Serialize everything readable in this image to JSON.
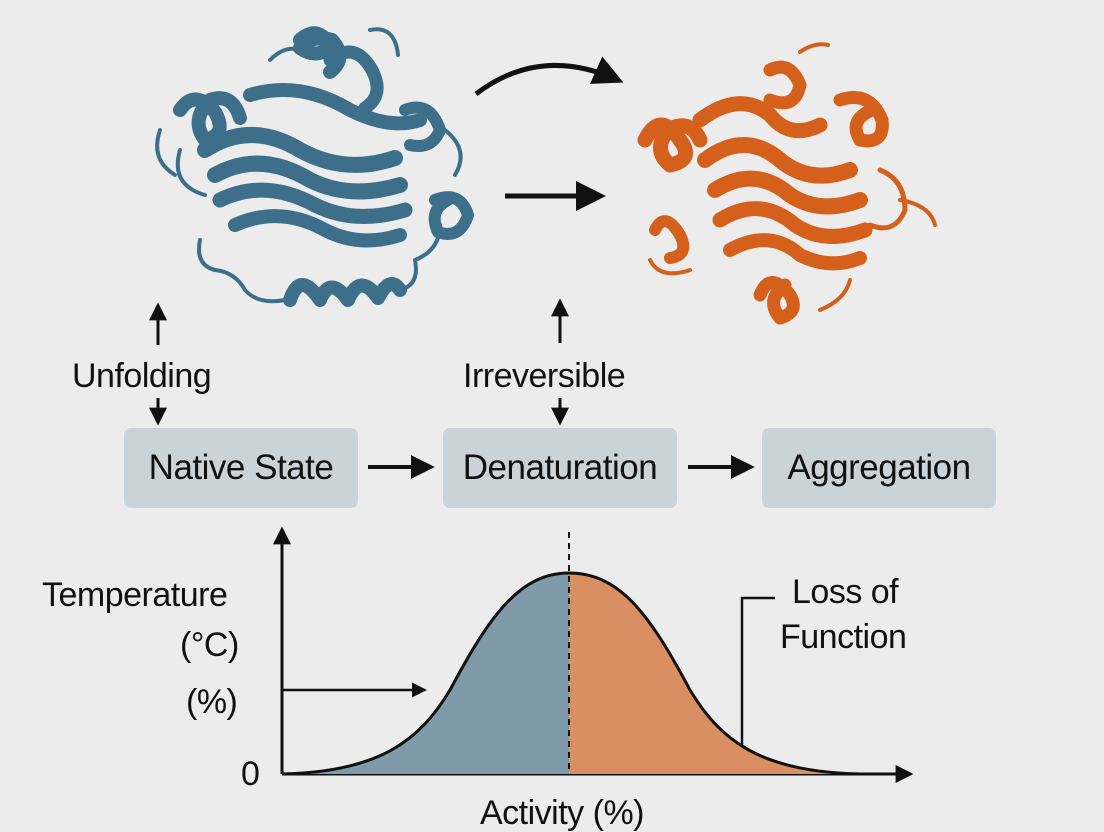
{
  "stages": [
    {
      "label": "Native State"
    },
    {
      "label": "Denaturation"
    },
    {
      "label": "Aggregation"
    }
  ],
  "annotations": {
    "unfolding": "Unfolding",
    "irreversible": "Irreversible",
    "loss_line1": "Loss of",
    "loss_line2": "Function"
  },
  "chart": {
    "ylabel_line1": "Temperature",
    "ylabel_line2": "(°C)",
    "ylabel_line3": "(%)",
    "origin_label": "0",
    "xlabel": "Activity (%)"
  },
  "colors": {
    "native_protein": "#3e6f8a",
    "aggregated_protein": "#d4601c",
    "stage_box": "#c9d3d8",
    "curve_left_fill": "#7f9aa8",
    "curve_right_fill": "#d98f62",
    "background": "#ececec"
  },
  "icons": {
    "native_protein": "protein-ribbon-blue",
    "aggregated_protein": "protein-ribbon-orange"
  }
}
